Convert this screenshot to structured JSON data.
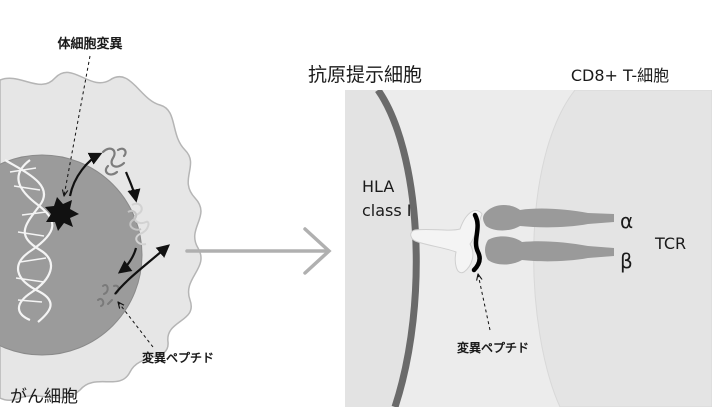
{
  "labels": {
    "somatic_mutation": "体細胞変異",
    "cancer_cell": "がん細胞",
    "mutant_peptide_left": "変異ペプチド",
    "mutant_peptide_right": "変異ペプチド",
    "apc": "抗原提示細胞",
    "cd8_t_cell": "CD8+ T-細胞",
    "hla_line1": "HLA",
    "hla_line2": "class I",
    "tcr": "TCR",
    "alpha": "α",
    "beta": "β"
  },
  "colors": {
    "cell_fill": "#e6e6e6",
    "cell_outline": "#b5b5b5",
    "nucleus": "#9b9b9b",
    "panel_bg": "#ececec",
    "apc_membrane": "#6a6a6a",
    "t_cell": "#e2e2e2",
    "molecule": "#9a9a9a",
    "peptide": "#000000",
    "big_arrow": "#b0b0b0"
  }
}
